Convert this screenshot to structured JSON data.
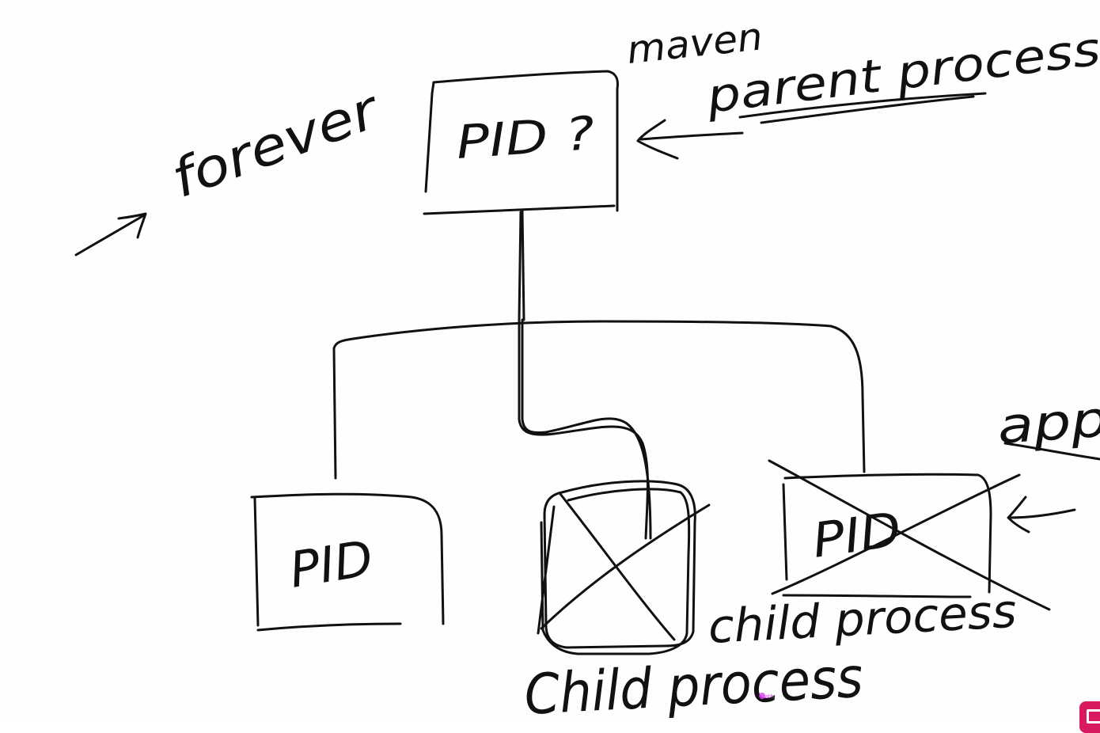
{
  "labels": {
    "maven": "maven",
    "parent_process": "parent process",
    "forever": "forever",
    "pid_top": "PID ?",
    "pid_left": "PID",
    "pid_right": "PID",
    "child_process_right": "child process",
    "child_process_bottom": "Child process",
    "app": "app",
    "pointer": "path"
  },
  "colors": {
    "ink": "#111111",
    "background": "#fefefe",
    "corner_badge": "#d81b60",
    "pointer": "#e040fb"
  }
}
